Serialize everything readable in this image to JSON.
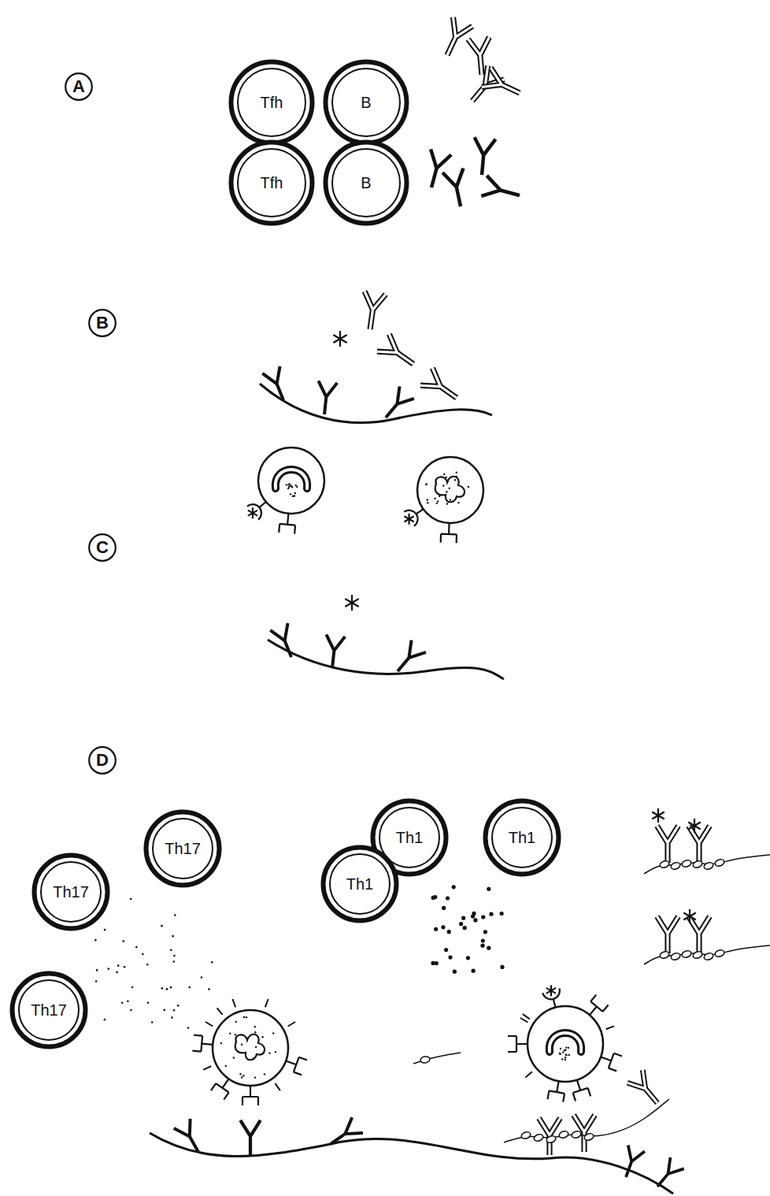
{
  "diagram": {
    "nodes": [
      {
        "text": [
          "A"
        ]
      },
      {
        "text": [
          "Tfh"
        ]
      },
      {
        "text": [
          "B"
        ]
      },
      {
        "text": [
          "Tfh"
        ]
      },
      {
        "text": [
          "B"
        ]
      },
      {
        "text": [
          "B"
        ]
      },
      {
        "text": [
          "C"
        ]
      },
      {
        "text": [
          "D"
        ]
      },
      {
        "text": [
          "Th1"
        ]
      },
      {
        "text": [
          "Th1"
        ]
      },
      {
        "text": [
          "Th17"
        ]
      },
      {
        "text": [
          "Th17"
        ]
      },
      {
        "text": [
          "Th1"
        ]
      },
      {
        "text": [
          "Th17"
        ]
      }
    ]
  }
}
